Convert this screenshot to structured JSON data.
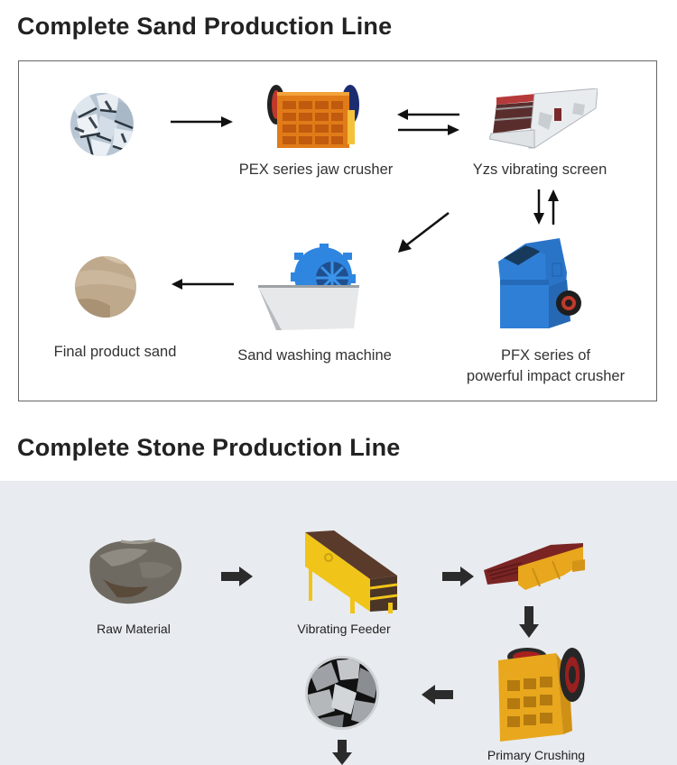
{
  "sand_section": {
    "title": "Complete Sand Production Line",
    "steps": [
      {
        "id": "raw-stone",
        "label": ""
      },
      {
        "id": "jaw-crusher",
        "label": "PEX series jaw crusher"
      },
      {
        "id": "vibrating-screen",
        "label": "Yzs vibrating screen"
      },
      {
        "id": "impact-crusher",
        "label_line1": "PFX series of",
        "label_line2": "powerful impact crusher"
      },
      {
        "id": "sand-washer",
        "label": "Sand washing machine"
      },
      {
        "id": "final-sand",
        "label": "Final product sand"
      }
    ]
  },
  "stone_section": {
    "title": "Complete Stone Production Line",
    "steps": [
      {
        "id": "raw-material",
        "label": "Raw Material"
      },
      {
        "id": "vibrating-feeder",
        "label": "Vibrating Feeder"
      },
      {
        "id": "feeder-machine",
        "label": ""
      },
      {
        "id": "primary-crushing",
        "label": "Primary Crushing"
      },
      {
        "id": "crushed-stone",
        "label": ""
      }
    ]
  },
  "colors": {
    "stone_bg": "#e8ebef",
    "border": "#666666",
    "arrow": "#111111",
    "block_arrow": "#2b2b2b",
    "machine_blue": "#2f7fd6",
    "machine_orange": "#e8a020",
    "machine_yellow": "#f0c419"
  }
}
